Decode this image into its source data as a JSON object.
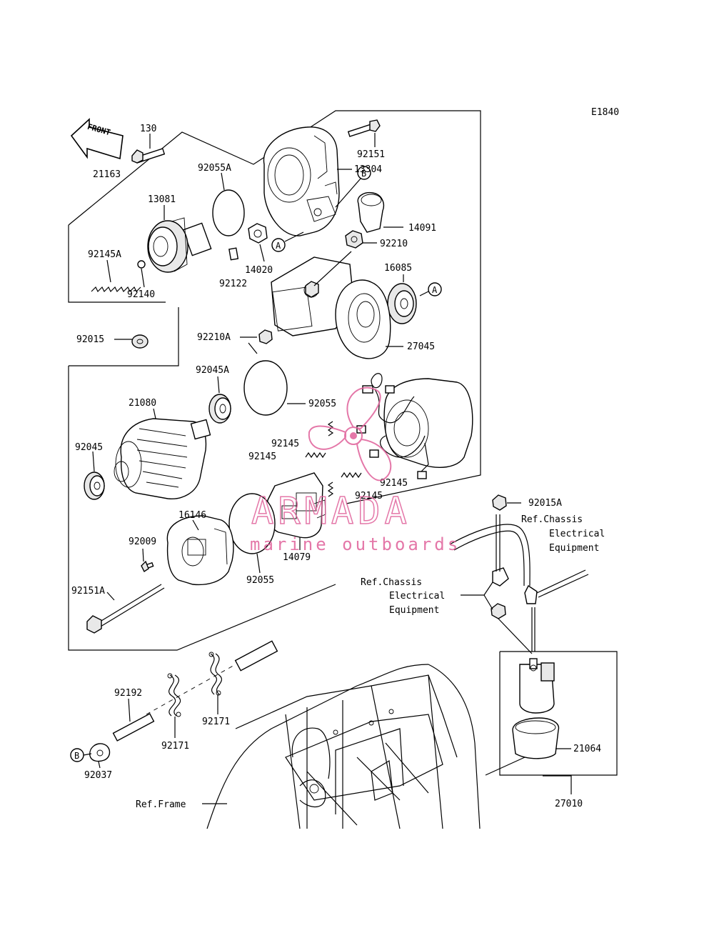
{
  "diagram_code": "E1840",
  "front_marker": "FRONT",
  "callouts": {
    "A": "A",
    "B": "B"
  },
  "labels": {
    "p130": "130",
    "p21163": "21163",
    "p92055A": "92055A",
    "p92151": "92151",
    "p13304": "13304",
    "p13081": "13081",
    "p14091": "14091",
    "p92210": "92210",
    "p14020": "14020",
    "p92145A": "92145A",
    "p92122": "92122",
    "p16085": "16085",
    "p92140": "92140",
    "p92015": "92015",
    "p92210A": "92210A",
    "p27045": "27045",
    "p92045A": "92045A",
    "p21080": "21080",
    "p92055": "92055",
    "p92145_1": "92145",
    "p92145_2": "92145",
    "p92045": "92045",
    "p92145_3": "92145",
    "p92145_4": "92145",
    "p92015A": "92015A",
    "p16146": "16146",
    "p92009": "92009",
    "p14079": "14079",
    "p92055_b": "92055",
    "p92151A": "92151A",
    "p92192": "92192",
    "p92171_a": "92171",
    "p92171_b": "92171",
    "p92037": "92037",
    "p21064": "21064",
    "p27010": "27010"
  },
  "references": {
    "chassis_1": [
      "Ref.Chassis",
      "Electrical",
      "Equipment"
    ],
    "chassis_2": [
      "Ref.Chassis",
      "Electrical",
      "Equipment"
    ],
    "frame": "Ref.Frame"
  },
  "watermark": {
    "brand": "ARMADA",
    "tagline": "marine outboards",
    "color": "#e0609a"
  }
}
